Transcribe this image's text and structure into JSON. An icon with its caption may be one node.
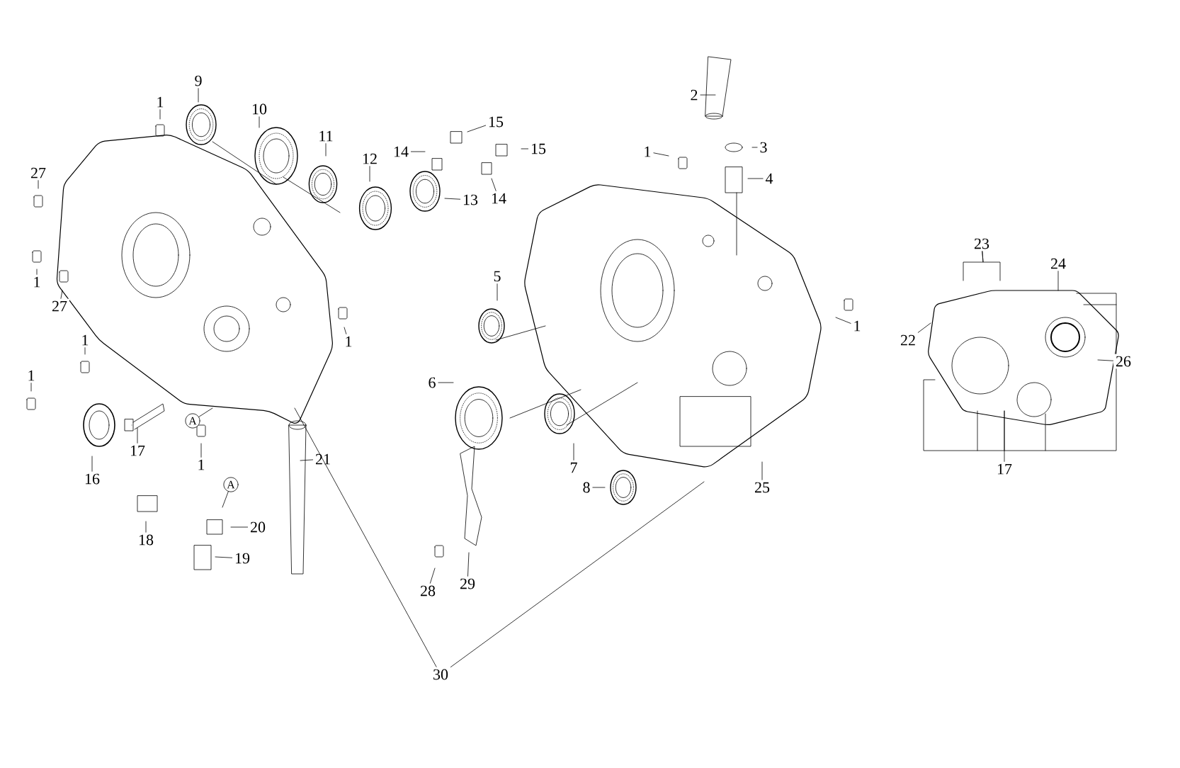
{
  "diagram": {
    "nodes": [
      {
        "text": [
          "1"
        ]
      },
      {
        "text": [
          "9"
        ]
      },
      {
        "text": [
          "10"
        ]
      },
      {
        "text": [
          "11"
        ]
      },
      {
        "text": [
          "12"
        ]
      },
      {
        "text": [
          "14"
        ]
      },
      {
        "text": [
          "15"
        ]
      },
      {
        "text": [
          "13"
        ]
      },
      {
        "text": [
          "14"
        ]
      },
      {
        "text": [
          "15"
        ]
      },
      {
        "text": [
          "27"
        ]
      },
      {
        "text": [
          "1"
        ]
      },
      {
        "text": [
          "27"
        ]
      },
      {
        "text": [
          "1"
        ]
      },
      {
        "text": [
          "1"
        ]
      },
      {
        "text": [
          "1"
        ]
      },
      {
        "text": [
          "A"
        ]
      },
      {
        "text": [
          "17"
        ]
      },
      {
        "text": [
          "16"
        ]
      },
      {
        "text": [
          "1"
        ]
      },
      {
        "text": [
          "21"
        ]
      },
      {
        "text": [
          "A"
        ]
      },
      {
        "text": [
          "18"
        ]
      },
      {
        "text": [
          "20"
        ]
      },
      {
        "text": [
          "19"
        ]
      },
      {
        "text": [
          "2"
        ]
      },
      {
        "text": [
          "3"
        ]
      },
      {
        "text": [
          "4"
        ]
      },
      {
        "text": [
          "1"
        ]
      },
      {
        "text": [
          "1"
        ]
      },
      {
        "text": [
          "5"
        ]
      },
      {
        "text": [
          "6"
        ]
      },
      {
        "text": [
          "7"
        ]
      },
      {
        "text": [
          "8"
        ]
      },
      {
        "text": [
          "25"
        ]
      },
      {
        "text": [
          "28"
        ]
      },
      {
        "text": [
          "29"
        ]
      },
      {
        "text": [
          "30"
        ]
      },
      {
        "text": [
          "23"
        ]
      },
      {
        "text": [
          "24"
        ]
      },
      {
        "text": [
          "22"
        ]
      },
      {
        "text": [
          "26"
        ]
      },
      {
        "text": [
          "17"
        ]
      }
    ],
    "edges": [
      {
        "from": 0,
        "to": null,
        "arrow": "none"
      },
      {
        "from": 1,
        "to": null,
        "arrow": "none"
      },
      {
        "from": 2,
        "to": null,
        "arrow": "none"
      },
      {
        "from": 3,
        "to": null,
        "arrow": "none"
      },
      {
        "from": 4,
        "to": null,
        "arrow": "none"
      },
      {
        "from": 5,
        "to": null,
        "arrow": "none"
      },
      {
        "from": 6,
        "to": null,
        "arrow": "none"
      },
      {
        "from": 7,
        "to": null,
        "arrow": "none"
      },
      {
        "from": 8,
        "to": null,
        "arrow": "none"
      },
      {
        "from": 9,
        "to": null,
        "arrow": "none"
      },
      {
        "from": 10,
        "to": null,
        "arrow": "none"
      },
      {
        "from": 11,
        "to": null,
        "arrow": "none"
      },
      {
        "from": 12,
        "to": null,
        "arrow": "none"
      },
      {
        "from": 13,
        "to": null,
        "arrow": "none"
      },
      {
        "from": 14,
        "to": null,
        "arrow": "none"
      },
      {
        "from": 15,
        "to": null,
        "arrow": "none"
      },
      {
        "from": 16,
        "to": null,
        "arrow": "none"
      },
      {
        "from": 17,
        "to": null,
        "arrow": "none"
      },
      {
        "from": 18,
        "to": null,
        "arrow": "none"
      },
      {
        "from": 19,
        "to": null,
        "arrow": "none"
      },
      {
        "from": 20,
        "to": null,
        "arrow": "none"
      },
      {
        "from": 21,
        "to": null,
        "arrow": "none"
      },
      {
        "from": 22,
        "to": null,
        "arrow": "none"
      },
      {
        "from": 23,
        "to": null,
        "arrow": "none"
      },
      {
        "from": 24,
        "to": null,
        "arrow": "none"
      },
      {
        "from": 25,
        "to": null,
        "arrow": "none"
      },
      {
        "from": 26,
        "to": null,
        "arrow": "none"
      },
      {
        "from": 27,
        "to": null,
        "arrow": "none"
      },
      {
        "from": 28,
        "to": null,
        "arrow": "none"
      },
      {
        "from": 29,
        "to": null,
        "arrow": "none"
      },
      {
        "from": 30,
        "to": null,
        "arrow": "none"
      },
      {
        "from": 31,
        "to": null,
        "arrow": "none"
      },
      {
        "from": 32,
        "to": null,
        "arrow": "none"
      },
      {
        "from": 33,
        "to": null,
        "arrow": "none"
      },
      {
        "from": 34,
        "to": null,
        "arrow": "none"
      },
      {
        "from": 35,
        "to": null,
        "arrow": "none"
      },
      {
        "from": 36,
        "to": null,
        "arrow": "none"
      },
      {
        "from": 37,
        "to": null,
        "arrow": "none"
      },
      {
        "from": 37,
        "to": null,
        "arrow": "none"
      },
      {
        "from": 38,
        "to": null,
        "arrow": "none"
      },
      {
        "from": 38,
        "to": null,
        "arrow": "none"
      },
      {
        "from": 39,
        "to": null,
        "arrow": "none"
      },
      {
        "from": 40,
        "to": null,
        "arrow": "none"
      },
      {
        "from": 41,
        "to": null,
        "arrow": "none"
      },
      {
        "from": 42,
        "to": null,
        "arrow": "none"
      }
    ]
  }
}
